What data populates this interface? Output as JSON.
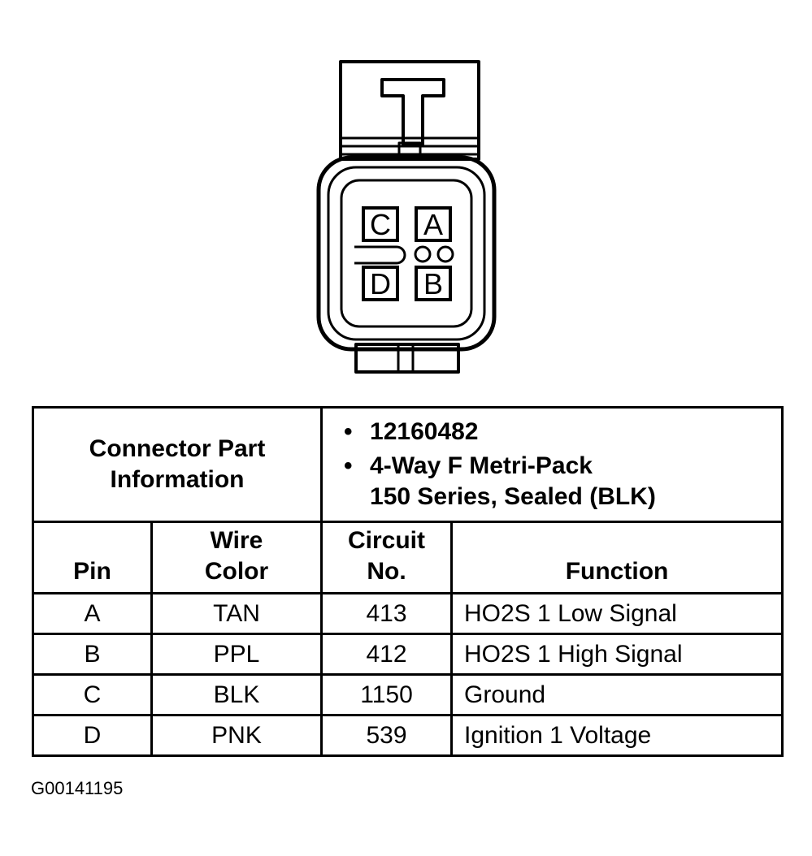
{
  "connector": {
    "cavities": [
      {
        "label": "C"
      },
      {
        "label": "A"
      },
      {
        "label": "D"
      },
      {
        "label": "B"
      }
    ]
  },
  "part_info": {
    "title_lines": [
      "Connector Part",
      "Information"
    ],
    "items": [
      {
        "lines": [
          "12160482"
        ]
      },
      {
        "lines": [
          "4-Way F Metri-Pack",
          "150 Series, Sealed (BLK)"
        ]
      }
    ]
  },
  "table": {
    "headers": {
      "pin": "Pin",
      "wire_color": [
        "Wire",
        "Color"
      ],
      "circuit": [
        "Circuit",
        "No."
      ],
      "function": "Function"
    },
    "rows": [
      {
        "pin": "A",
        "wire_color": "TAN",
        "circuit": "413",
        "function": "HO2S 1 Low Signal"
      },
      {
        "pin": "B",
        "wire_color": "PPL",
        "circuit": "412",
        "function": "HO2S 1 High Signal"
      },
      {
        "pin": "C",
        "wire_color": "BLK",
        "circuit": "1150",
        "function": "Ground"
      },
      {
        "pin": "D",
        "wire_color": "PNK",
        "circuit": "539",
        "function": "Ignition 1 Voltage"
      }
    ]
  },
  "figure_id": "G00141195"
}
